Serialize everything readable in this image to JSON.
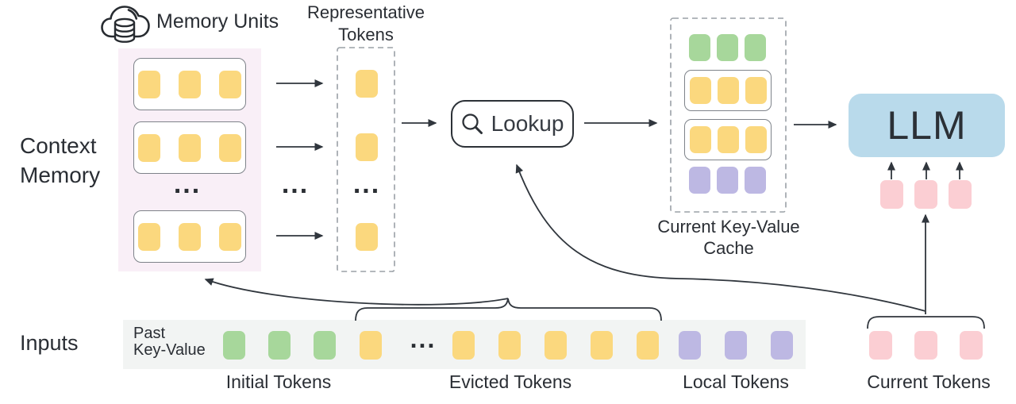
{
  "figure": {
    "ellipsis": "...",
    "context_memory": {
      "label_line1": "Context",
      "label_line2": "Memory",
      "memory_units_label": "Memory Units"
    },
    "representative_tokens": {
      "label_line1": "Representative",
      "label_line2": "Tokens"
    },
    "lookup_label": "Lookup",
    "kv_cache": {
      "label_line1": "Current Key-Value",
      "label_line2": "Cache"
    },
    "llm_label": "LLM",
    "inputs": {
      "label": "Inputs",
      "past_kv_label_line1": "Past",
      "past_kv_label_line2": "Key-Value",
      "groups": [
        {
          "name": "initial",
          "label": "Initial Tokens",
          "color": "#A7D79B",
          "token_count": 3
        },
        {
          "name": "evicted",
          "label": "Evicted Tokens",
          "color": "#FBD87E",
          "token_count": 6
        },
        {
          "name": "local",
          "label": "Local Tokens",
          "color": "#BDB8E3",
          "token_count": 3
        },
        {
          "name": "current",
          "label": "Current Tokens",
          "color": "#FBCED3",
          "token_count": 3
        }
      ]
    },
    "colors": {
      "memory_token": "#FBD87E",
      "llm_box": "#B9DAEB",
      "context_memory_bg": "#F9EFF7",
      "inputs_strip_bg": "#F2F4F3",
      "line": "#30363D",
      "dashed_border": "#9AA0A6"
    }
  }
}
